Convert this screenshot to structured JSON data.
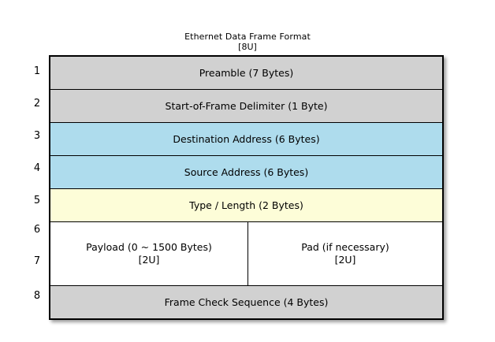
{
  "diagram": {
    "title": "Ethernet Data Frame Format",
    "subtitle": "[8U]",
    "colors": {
      "gray": "#d1d1d1",
      "blue": "#aedced",
      "yellow": "#fdfdd8",
      "white": "#ffffff",
      "border": "#000000",
      "background": "#ffffff"
    },
    "row_numbers": [
      "1",
      "2",
      "3",
      "4",
      "5",
      "6",
      "7",
      "8"
    ],
    "rows": [
      {
        "index": "1",
        "fill": "gray",
        "cells": [
          {
            "label": "Preamble (7 Bytes)",
            "unit": ""
          }
        ]
      },
      {
        "index": "2",
        "fill": "gray",
        "cells": [
          {
            "label": "Start-of-Frame Delimiter (1 Byte)",
            "unit": ""
          }
        ]
      },
      {
        "index": "3",
        "fill": "blue",
        "cells": [
          {
            "label": "Destination Address (6 Bytes)",
            "unit": ""
          }
        ]
      },
      {
        "index": "4",
        "fill": "blue",
        "cells": [
          {
            "label": "Source Address (6 Bytes)",
            "unit": ""
          }
        ]
      },
      {
        "index": "5",
        "fill": "yellow",
        "cells": [
          {
            "label": "Type / Length (2 Bytes)",
            "unit": ""
          }
        ]
      },
      {
        "index": "6-7",
        "fill": "white",
        "cells": [
          {
            "label": "Payload (0 ~ 1500 Bytes)",
            "unit": "[2U]"
          },
          {
            "label": "Pad (if necessary)",
            "unit": "[2U]"
          }
        ]
      },
      {
        "index": "8",
        "fill": "gray",
        "cells": [
          {
            "label": "Frame Check Sequence (4 Bytes)",
            "unit": ""
          }
        ]
      }
    ]
  }
}
